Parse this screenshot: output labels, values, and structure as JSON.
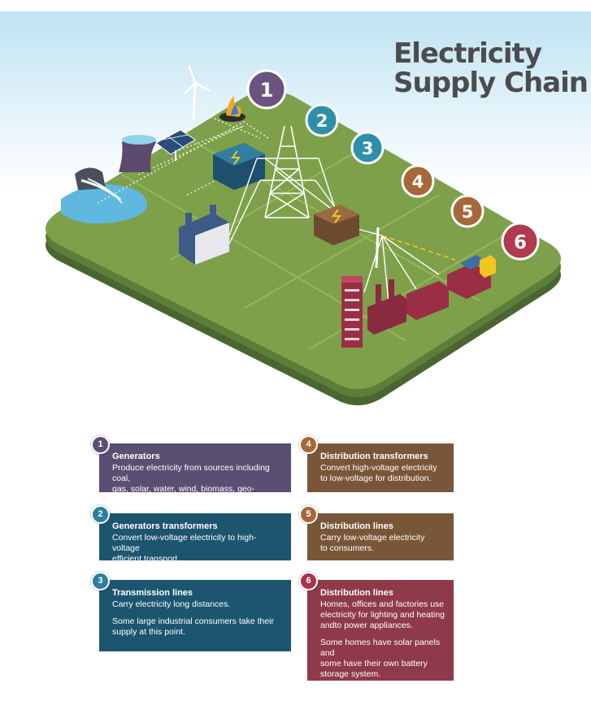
{
  "title": {
    "line1": "Electricity",
    "line2": "Supply Chain"
  },
  "colors": {
    "step1": "#6b5480",
    "step2": "#2f8fa8",
    "step3": "#2f8fa8",
    "step4": "#a8673b",
    "step5": "#a8673b",
    "step6": "#b03a50",
    "land": "#7ea04a",
    "sky": "#cfe9f4"
  },
  "diagram_markers": [
    "1",
    "2",
    "3",
    "4",
    "5",
    "6"
  ],
  "icons": [
    "wind-turbine-icon",
    "fire-icon",
    "solar-panel-icon",
    "cooling-tower-icon",
    "hydro-dam-icon",
    "generator-transformer-icon",
    "transmission-tower-icon",
    "distribution-transformer-icon",
    "factory-icon",
    "office-tower-icon",
    "house-icon"
  ],
  "legend": [
    {
      "num": "1",
      "heading": "Generators",
      "lines": [
        "Produce electricity from sources including coal,",
        "gas, solar, water, wind, biomass, geo-thermal."
      ]
    },
    {
      "num": "2",
      "heading": "Generators transformers",
      "lines": [
        "Convert low-voltage electricity to high-voltage",
        "efficient transport."
      ]
    },
    {
      "num": "3",
      "heading": "Transmission lines",
      "lines": [
        "Carry electricity long distances."
      ],
      "extra": [
        "Some large industrial consumers take their",
        "supply at this point."
      ]
    },
    {
      "num": "4",
      "heading": "Distribution transformers",
      "lines": [
        "Convert high-voltage electricity",
        "to low-voltage for distribution."
      ]
    },
    {
      "num": "5",
      "heading": "Distribution lines",
      "lines": [
        "Carry low-voltage electricity",
        "to consumers."
      ]
    },
    {
      "num": "6",
      "heading": "Distribution lines",
      "lines": [
        "Homes, offices and factories use",
        "electricity for lighting and heating",
        "andto power appliances."
      ],
      "extra": [
        "Some homes have solar panels and",
        "some have their own battery",
        "storage system."
      ]
    }
  ]
}
